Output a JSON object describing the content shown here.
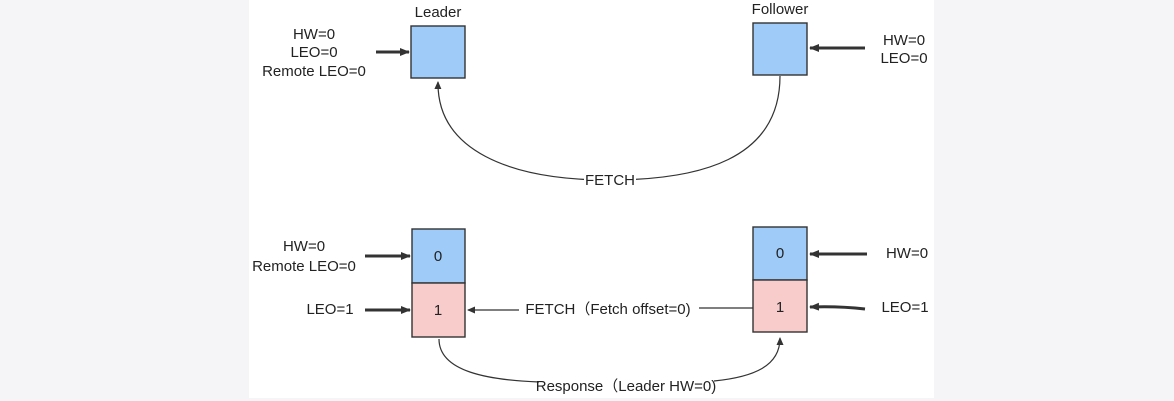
{
  "top": {
    "leader_title": "Leader",
    "follower_title": "Follower",
    "leader_state": [
      "HW=0",
      "LEO=0",
      "Remote LEO=0"
    ],
    "follower_state": [
      "HW=0",
      "LEO=0"
    ],
    "fetch_label": "FETCH"
  },
  "bottom": {
    "leader_state_top": [
      "HW=0",
      "Remote LEO=0"
    ],
    "leader_state_bottom": "LEO=1",
    "follower_state_top": "HW=0",
    "follower_state_bottom": "LEO=1",
    "leader_cells": [
      "0",
      "1"
    ],
    "follower_cells": [
      "0",
      "1"
    ],
    "fetch_label": "FETCH（Fetch offset=0)",
    "response_label": "Response（Leader HW=0)"
  },
  "colors": {
    "hw_cell": "#9ecbf7",
    "leo_cell": "#f9cccc",
    "stroke": "#333333"
  }
}
